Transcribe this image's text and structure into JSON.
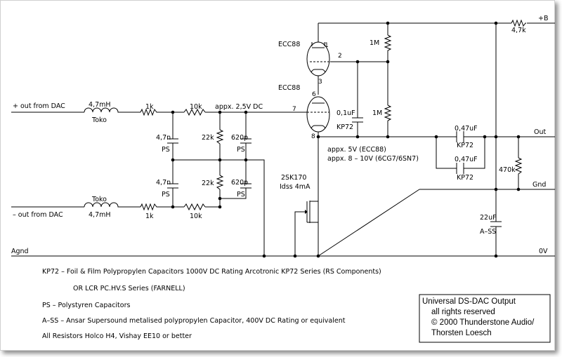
{
  "labels": {
    "plus_b": "+B",
    "r_47k": "4,7k",
    "tube_top": "ECC88",
    "tube_bottom": "ECC88",
    "pin1": "1",
    "pin2": "2",
    "pin3": "3",
    "pin6": "6",
    "pin7": "7",
    "pin8": "8",
    "r_1m_top": "1M",
    "r_1m_bottom": "1M",
    "in_plus": "+ out from DAC",
    "in_minus": "– out from DAC",
    "l_top": "4,7mH",
    "l_top_sub": "Toko",
    "l_bot_top": "Toko",
    "l_bot": "4,7mH",
    "r_1k_top": "1k",
    "r_10k_top": "10k",
    "r_1k_bot": "1k",
    "r_10k_bot": "10k",
    "bias": "appx. 2,5V DC",
    "c_47n_top": "4,7n",
    "ps1": "PS",
    "c_47n_bot": "4,7n",
    "ps2": "PS",
    "r_22k_top": "22k",
    "r_22k_bot": "22k",
    "c_620p_top": "620p",
    "ps3": "PS",
    "c_620p_bot": "620p",
    "ps4": "PS",
    "c_01u": "0,1uF",
    "kp72_a": "KP72",
    "c_047u_top": "0,47uF",
    "kp72_b": "KP72",
    "c_047u_bot": "0,47uF",
    "kp72_c": "KP72",
    "volt1": "appx. 5V (ECC88)",
    "volt2": "appx. 8 – 10V (6CG7/6SN7)",
    "out": "Out",
    "r_470k": "470k",
    "gnd": "Gnd",
    "fet": "2SK170",
    "idss": "Idss 4mA",
    "c_22u": "22uF",
    "ass": "A–SS",
    "agnd": "Agnd",
    "zero_v": "0V"
  },
  "notes": [
    "KP72  –  Foil & Film Polypropylen Capacitors 1000V DC Rating Arcotronic KP72 Series (RS Components)",
    "OR  LCR PC.HV.S Series (FARNELL)",
    "PS    –  Polystyren Capacitors",
    "A–SS  –  Ansar Supersound metalised polypropylen Capacitor, 400V DC Rating or equivalent",
    "All Resistors Holco H4, Vishay EE10 or better"
  ],
  "title_block": [
    "Universal DS-DAC Output",
    "all rights reserved",
    "© 2000 Thunderstone Audio/",
    "Thorsten Loesch"
  ]
}
